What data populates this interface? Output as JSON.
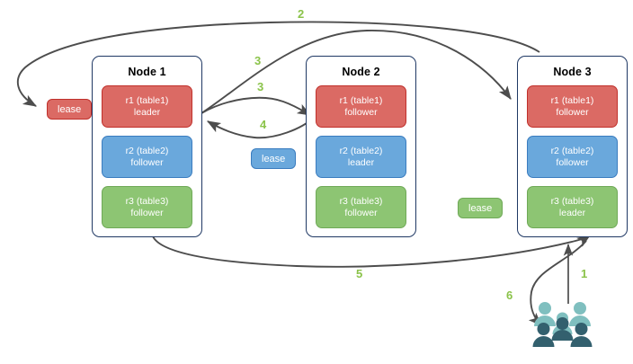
{
  "diagram": {
    "title": "Multi-Raft lease / request routing diagram",
    "colors": {
      "replica_red_fill": "#DB6A64",
      "replica_red_border": "#C0302B",
      "replica_blue_fill": "#6AA8DC",
      "replica_blue_border": "#3A7CBF",
      "replica_green_fill": "#8DC573",
      "replica_green_border": "#6FA957",
      "node_border": "#1F3864",
      "arrow": "#4D4D4D",
      "step_label": "#8BC34A",
      "users_light": "#7FBFBF",
      "users_dark": "#33606E",
      "background": "#FFFFFF"
    },
    "nodes": [
      {
        "id": "node1",
        "title": "Node 1",
        "replicas": [
          {
            "name": "r1 (table1)",
            "role": "leader",
            "color": "red"
          },
          {
            "name": "r2 (table2)",
            "role": "follower",
            "color": "blue"
          },
          {
            "name": "r3 (table3)",
            "role": "follower",
            "color": "green"
          }
        ]
      },
      {
        "id": "node2",
        "title": "Node 2",
        "replicas": [
          {
            "name": "r1 (table1)",
            "role": "follower",
            "color": "red"
          },
          {
            "name": "r2 (table2)",
            "role": "leader",
            "color": "blue"
          },
          {
            "name": "r3 (table3)",
            "role": "follower",
            "color": "green"
          }
        ]
      },
      {
        "id": "node3",
        "title": "Node 3",
        "replicas": [
          {
            "name": "r1 (table1)",
            "role": "follower",
            "color": "red"
          },
          {
            "name": "r2 (table2)",
            "role": "follower",
            "color": "blue"
          },
          {
            "name": "r3 (table3)",
            "role": "leader",
            "color": "green"
          }
        ]
      }
    ],
    "leases": [
      {
        "id": "lease-table1",
        "label": "lease",
        "color": "red"
      },
      {
        "id": "lease-table2",
        "label": "lease",
        "color": "blue"
      },
      {
        "id": "lease-table3",
        "label": "lease",
        "color": "green"
      }
    ],
    "steps": [
      {
        "id": "step-1",
        "label": "1"
      },
      {
        "id": "step-2",
        "label": "2"
      },
      {
        "id": "step-3a",
        "label": "3"
      },
      {
        "id": "step-3b",
        "label": "3"
      },
      {
        "id": "step-4",
        "label": "4"
      },
      {
        "id": "step-5",
        "label": "5"
      },
      {
        "id": "step-6",
        "label": "6"
      }
    ],
    "actors": {
      "users_icon": "users-group-icon"
    }
  }
}
